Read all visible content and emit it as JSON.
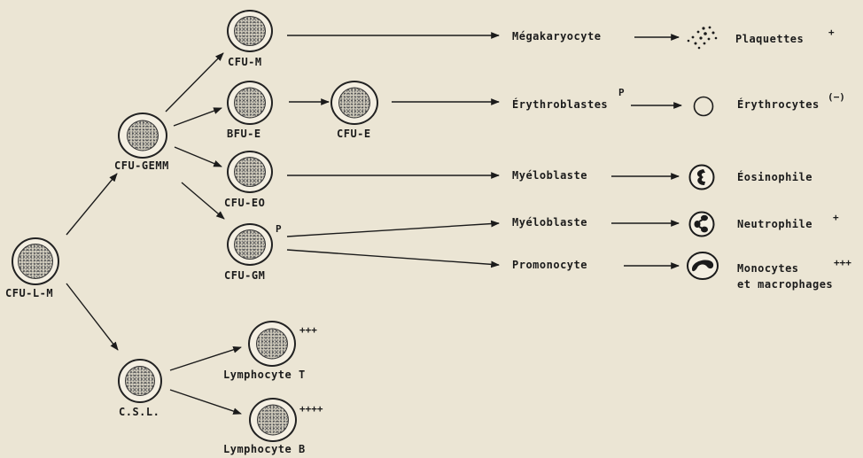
{
  "progenitors": {
    "cfu_lm": "CFU-L-M",
    "cfu_gemm": "CFU-GEMM",
    "csl": "C.S.L.",
    "cfu_m": "CFU-M",
    "bfu_e": "BFU-E",
    "cfu_e": "CFU-E",
    "cfu_eo": "CFU-EO",
    "cfu_gm": "CFU-GM",
    "cfu_gm_mark": "P",
    "lymph_t": "Lymphocyte T",
    "lymph_t_mark": "+++",
    "lymph_b": "Lymphocyte B",
    "lymph_b_mark": "++++"
  },
  "precursors": {
    "megakaryocyte": "Mégakaryocyte",
    "erythroblastes": "Érythroblastes",
    "erythroblastes_mark": "P",
    "myeloblaste_1": "Myéloblaste",
    "myeloblaste_2": "Myéloblaste",
    "promonocyte": "Promonocyte"
  },
  "mature": {
    "plaquettes": "Plaquettes",
    "plaquettes_mark": "+",
    "erythrocytes": "Érythrocytes",
    "erythrocytes_mark": "(−)",
    "eosinophile": "Éosinophile",
    "neutrophile": "Neutrophile",
    "neutrophile_mark": "+",
    "monocytes": "Monocytes",
    "monocytes_mark": "+++",
    "macrophages": "et macrophages"
  }
}
